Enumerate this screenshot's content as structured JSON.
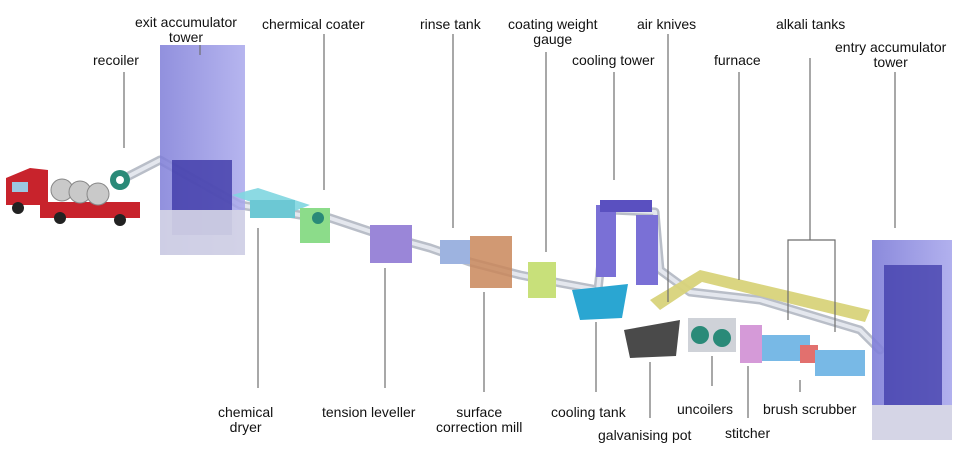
{
  "labels": {
    "recoiler": "recoiler",
    "exit_accumulator_tower": [
      "exit accumulator",
      "tower"
    ],
    "chemical_coater": "chermical coater",
    "rinse_tank": "rinse tank",
    "coating_weight_gauge": [
      "coating weight",
      "gauge"
    ],
    "air_knives": "air knives",
    "alkali_tanks": "alkali tanks",
    "cooling_tower": "cooling tower",
    "furnace": "furnace",
    "entry_accumulator_tower": [
      "entry accumulator",
      "tower"
    ],
    "chemical_dryer": [
      "chemical",
      "dryer"
    ],
    "tension_leveller": "tension leveller",
    "surface_correction_mill": [
      "surface",
      "correction mill"
    ],
    "cooling_tank": "cooling tank",
    "galvanising_pot": "galvanising pot",
    "uncoilers": "uncoilers",
    "stitcher": "stitcher",
    "brush_scrubber": "brush scrubber"
  },
  "colors": {
    "tower": "#8f8ee0",
    "truck_red": "#c8232c",
    "dryer": "#7fd6e0",
    "coater": "#8cdc8a",
    "leveller": "#9a86d8",
    "rinse": "#9db3e0",
    "mill": "#c9875a",
    "gauge": "#c8e07a",
    "cooling_tank": "#2aa6d2",
    "cooling_tower": "#7a70d6",
    "pot": "#4a4a4a",
    "furnace": "#d8d37a",
    "stitcher": "#d59ad8",
    "scrubber": "#78b9e6",
    "brush": "#e2706e"
  }
}
